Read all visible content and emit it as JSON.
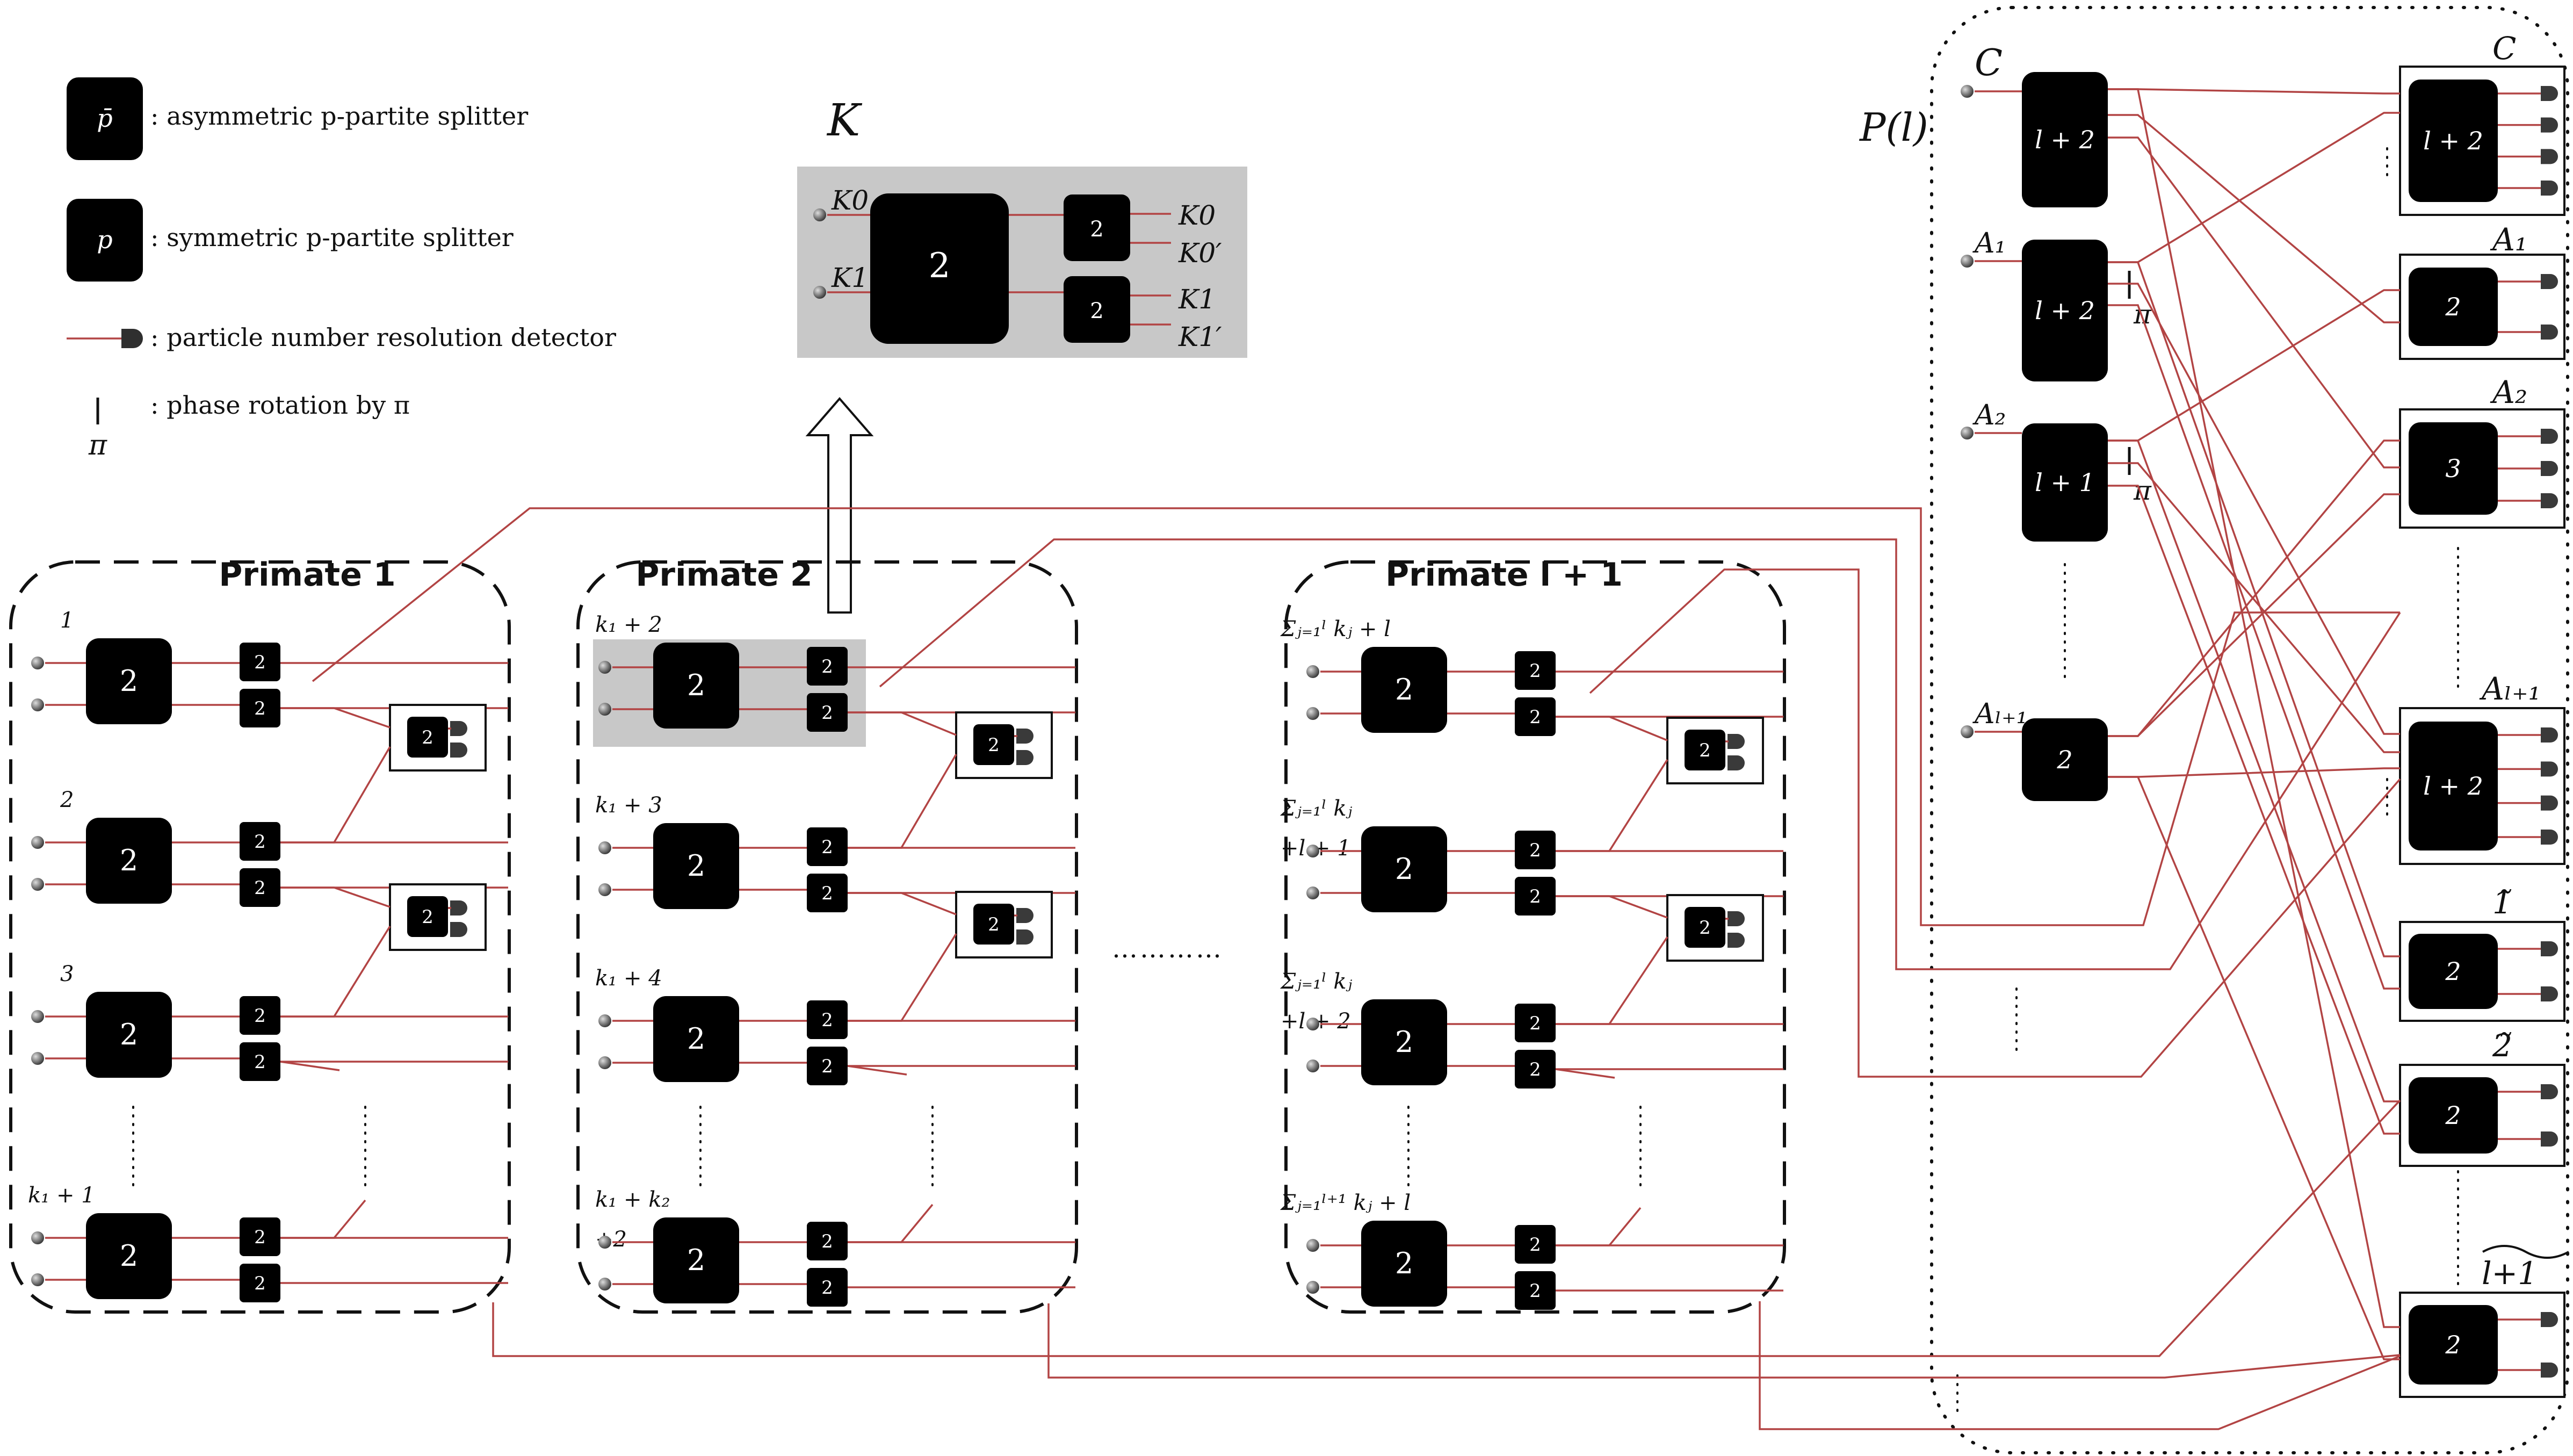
{
  "legend": {
    "asym_symbol": "p̄",
    "asym_text": ": asymmetric p-partite splitter",
    "sym_symbol": "p",
    "sym_text": ": symmetric p-partite splitter",
    "detector_text": ": particle number resolution detector",
    "phase_text": ": phase rotation by π",
    "phase_symbol": "π"
  },
  "k_module": {
    "title": "K",
    "big_block": "2",
    "small_block_1": "2",
    "small_block_2": "2",
    "in_top": "K0",
    "in_bottom": "K1",
    "out_1": "K0",
    "out_2": "K0′",
    "out_3": "K1",
    "out_4": "K1′"
  },
  "primates": [
    {
      "title": "Primate 1",
      "rows": [
        {
          "label": "1",
          "block": "2",
          "small": [
            "2",
            "2"
          ]
        },
        {
          "label": "2",
          "block": "2",
          "small": [
            "2",
            "2"
          ]
        },
        {
          "label": "3",
          "block": "2",
          "small": [
            "2",
            "2"
          ]
        },
        {
          "label": "k₁ + 1",
          "block": "2",
          "small": [
            "2",
            "2"
          ]
        }
      ],
      "detectors": [
        "2",
        "2"
      ]
    },
    {
      "title": "Primate 2",
      "rows": [
        {
          "label": "k₁ + 2",
          "block": "2",
          "small": [
            "2",
            "2"
          ]
        },
        {
          "label": "k₁ + 3",
          "block": "2",
          "small": [
            "2",
            "2"
          ]
        },
        {
          "label": "k₁ + 4",
          "block": "2",
          "small": [
            "2",
            "2"
          ]
        },
        {
          "label": "k₁ + k₂",
          "label2": "+2",
          "block": "2",
          "small": [
            "2",
            "2"
          ]
        }
      ],
      "detectors": [
        "2",
        "2"
      ]
    },
    {
      "title": "Primate l + 1",
      "rows": [
        {
          "label": "Σⱼ₌₁ˡ kⱼ + l",
          "block": "2",
          "small": [
            "2",
            "2"
          ]
        },
        {
          "label": "Σⱼ₌₁ˡ kⱼ",
          "label2": "+l + 1",
          "block": "2",
          "small": [
            "2",
            "2"
          ]
        },
        {
          "label": "Σⱼ₌₁ˡ kⱼ",
          "label2": "+l + 2",
          "block": "2",
          "small": [
            "2",
            "2"
          ]
        },
        {
          "label": "Σⱼ₌₁ˡ⁺¹ kⱼ + l",
          "block": "2",
          "small": [
            "2",
            "2"
          ]
        }
      ],
      "detectors": [
        "2",
        "2"
      ]
    }
  ],
  "ellipsis": "…………",
  "p_module": {
    "title": "P(l)",
    "inputs": [
      {
        "label": "C",
        "block": "l + 2"
      },
      {
        "label": "A₁",
        "block": "l + 2"
      },
      {
        "label": "A₂",
        "block": "l + 1"
      },
      {
        "label": "Aₗ₊₁",
        "block": "2"
      }
    ],
    "phase_labels": [
      "π",
      "π"
    ],
    "outputs": [
      {
        "label": "C",
        "block": "l + 2"
      },
      {
        "label": "A₁",
        "block": "2"
      },
      {
        "label": "A₂",
        "block": "3"
      },
      {
        "label": "Aₗ₊₁",
        "block": "l + 2"
      },
      {
        "label": "1̃",
        "block": "2"
      },
      {
        "label": "2̃",
        "block": "2"
      },
      {
        "label": "l+1 (tilde)",
        "block": "2"
      }
    ]
  },
  "colors": {
    "wire": "#b24444",
    "block": "#000000",
    "highlight": "#c8c8c8",
    "detector": "#3a3a3a"
  }
}
